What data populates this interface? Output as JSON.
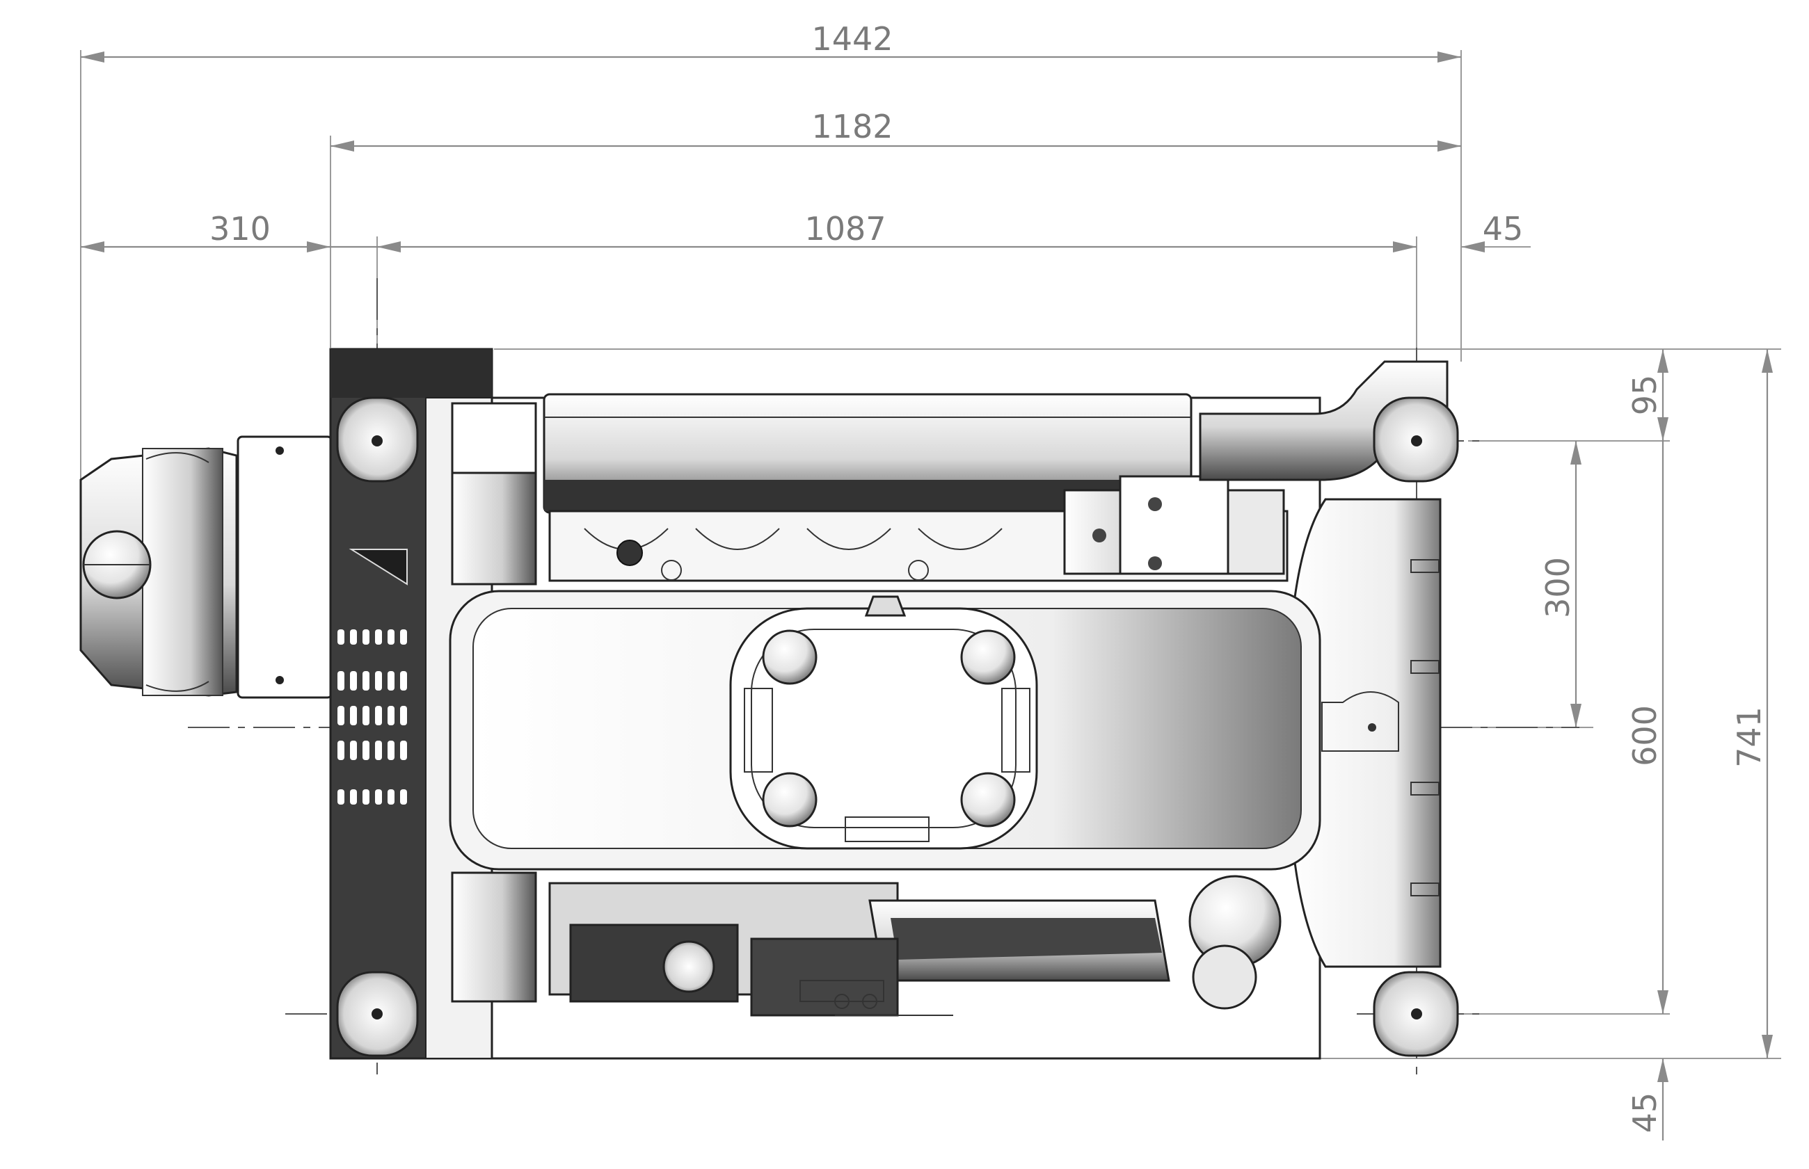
{
  "dimensions": {
    "overall_length": "1442",
    "engine_length": "1182",
    "front_overhang": "310",
    "mount_spacing": "1087",
    "rear_overhang": "45",
    "top_offset": "95",
    "half_width": "300",
    "mount_width": "600",
    "overall_width": "741",
    "bottom_offset": "45"
  },
  "colors": {
    "dimension": "#8a8a8a",
    "text": "#7a7a7a",
    "outline": "#222222",
    "radiator": "#3c3c3c"
  }
}
